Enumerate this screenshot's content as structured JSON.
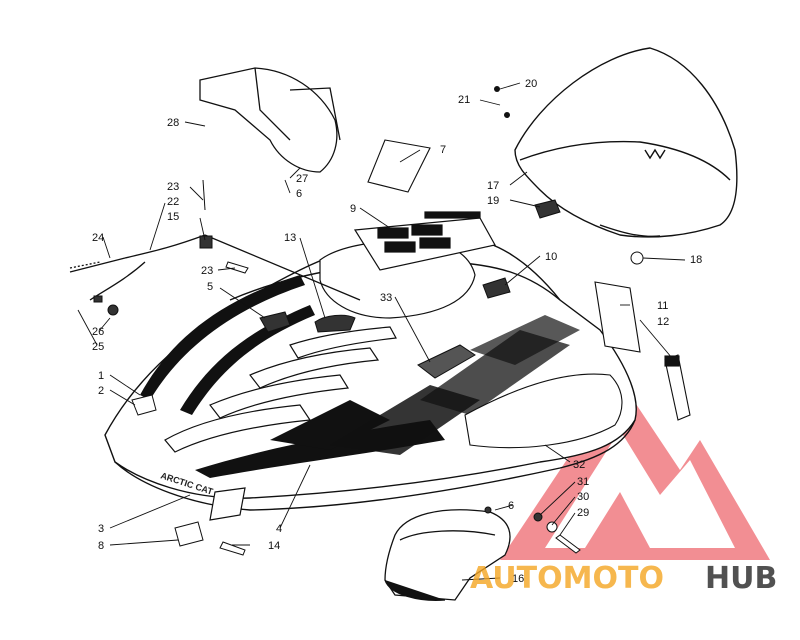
{
  "diagram": {
    "callouts": [
      {
        "id": "c1",
        "text": "1"
      },
      {
        "id": "c2",
        "text": "2"
      },
      {
        "id": "c3",
        "text": "3"
      },
      {
        "id": "c4",
        "text": "4"
      },
      {
        "id": "c5",
        "text": "5"
      },
      {
        "id": "c6a",
        "text": "6"
      },
      {
        "id": "c6b",
        "text": "6"
      },
      {
        "id": "c7",
        "text": "7"
      },
      {
        "id": "c8",
        "text": "8"
      },
      {
        "id": "c9",
        "text": "9"
      },
      {
        "id": "c10",
        "text": "10"
      },
      {
        "id": "c11",
        "text": "11"
      },
      {
        "id": "c12",
        "text": "12"
      },
      {
        "id": "c13",
        "text": "13"
      },
      {
        "id": "c14",
        "text": "14"
      },
      {
        "id": "c15",
        "text": "15"
      },
      {
        "id": "c16",
        "text": "16"
      },
      {
        "id": "c17",
        "text": "17"
      },
      {
        "id": "c18",
        "text": "18"
      },
      {
        "id": "c19",
        "text": "19"
      },
      {
        "id": "c20",
        "text": "20"
      },
      {
        "id": "c21",
        "text": "21"
      },
      {
        "id": "c22",
        "text": "22"
      },
      {
        "id": "c23a",
        "text": "23"
      },
      {
        "id": "c23b",
        "text": "23"
      },
      {
        "id": "c24",
        "text": "24"
      },
      {
        "id": "c25",
        "text": "25"
      },
      {
        "id": "c26",
        "text": "26"
      },
      {
        "id": "c27",
        "text": "27"
      },
      {
        "id": "c28",
        "text": "28"
      },
      {
        "id": "c29",
        "text": "29"
      },
      {
        "id": "c30",
        "text": "30"
      },
      {
        "id": "c31",
        "text": "31"
      },
      {
        "id": "c32",
        "text": "32"
      },
      {
        "id": "c33",
        "text": "33"
      }
    ],
    "hood_decal_text": "ARCTIC CAT"
  },
  "watermark": {
    "text_left": "AUTOMOTO",
    "text_right": "HUB",
    "color_left": "#f5a623",
    "color_right": "#333333",
    "logo_color": "#e8323c"
  }
}
